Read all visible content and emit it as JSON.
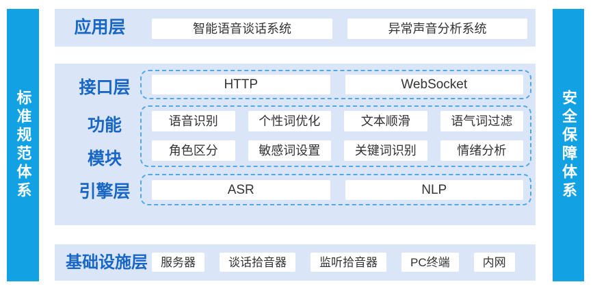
{
  "colors": {
    "pillar_blue": "#12A1E3",
    "band_bg": "#DAE5F8",
    "label_blue": "#1866C5",
    "dash_blue": "#4FA8E8",
    "chip_bg": "#FFFFFF",
    "chip_text": "#333333",
    "page_bg": "#FFFFFF"
  },
  "left_pillar": {
    "label": "标准规范体系"
  },
  "right_pillar": {
    "label": "安全保障体系"
  },
  "application_layer": {
    "label": "应用层",
    "items": [
      "智能语音谈话系统",
      "异常声音分析系统"
    ]
  },
  "interface_layer": {
    "label": "接口层",
    "items": [
      "HTTP",
      "WebSocket"
    ]
  },
  "function_module": {
    "label_line1": "功能",
    "label_line2": "模块",
    "row1": [
      "语音识别",
      "个性词优化",
      "文本顺滑",
      "语气词过滤"
    ],
    "row2": [
      "角色区分",
      "敏感词设置",
      "关键词识别",
      "情绪分析"
    ]
  },
  "engine_layer": {
    "label": "引擎层",
    "items": [
      "ASR",
      "NLP"
    ]
  },
  "infrastructure_layer": {
    "label": "基础设施层",
    "items": [
      "服务器",
      "谈话拾音器",
      "监听拾音器",
      "PC终端",
      "内网"
    ]
  }
}
